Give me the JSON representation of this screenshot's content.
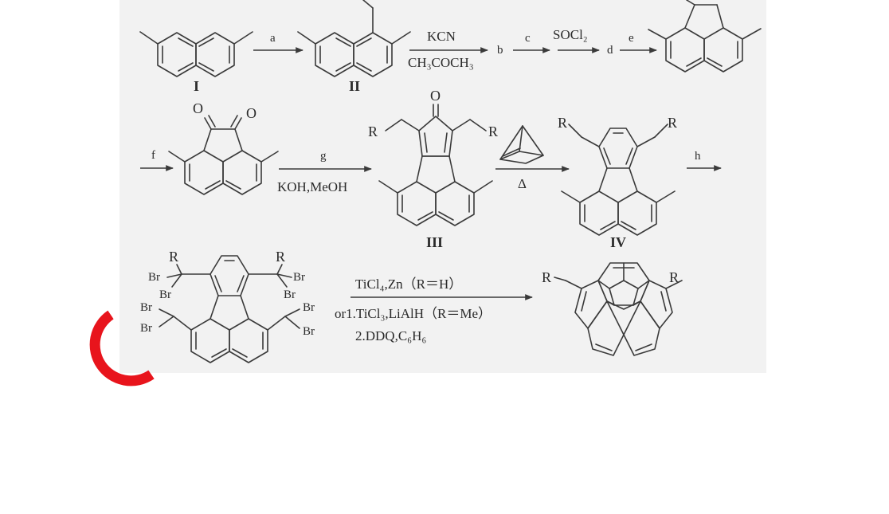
{
  "scheme": {
    "steps": {
      "a": "a",
      "b": "b",
      "c": "c",
      "d": "d",
      "e": "e",
      "f": "f",
      "g": "g",
      "h": "h"
    },
    "reagents": {
      "kcn": "KCN",
      "acetone": "CH₃COCH₃",
      "socl2": "SOCl₂",
      "koh_meoh": "KOH,MeOH",
      "heat": "Δ",
      "final_1": "TiCl₄,Zn（R＝H）",
      "final_2": "or1.TiCl₃,LiAlH（R＝Me）",
      "final_3": "2.DDQ,C₆H₆"
    },
    "compounds": {
      "I": "I",
      "II": "II",
      "III": "III",
      "IV": "IV"
    },
    "atoms": {
      "O": "O",
      "R": "R",
      "Br": "Br"
    }
  },
  "annotation": {
    "color": "#e8141c"
  }
}
